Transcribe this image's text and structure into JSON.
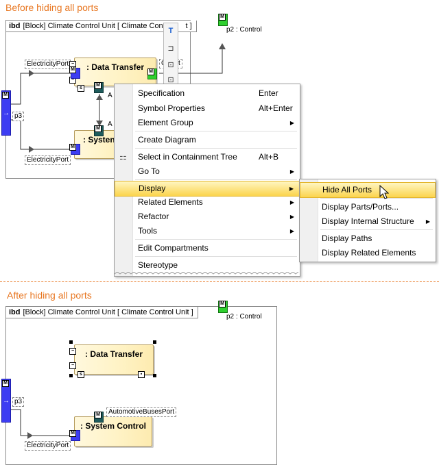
{
  "sections": {
    "before_heading": "Before hiding all ports",
    "after_heading": "After hiding all ports"
  },
  "diagram_before": {
    "frame_kind": "ibd",
    "frame_title": "[Block] Climate Control Unit [ Climate Control Unit ]",
    "frame_title_visible": "[Block] Climate Control Unit [ Climate Contro",
    "frame_title_tail": "t ]",
    "parts": {
      "data_transfer": ": Data Transfer",
      "system_control": ": System Control",
      "system_control_visible": ": Systen"
    },
    "ports": {
      "p3": "p3",
      "p2": "p2 : Control",
      "electricity_port_top": "ElectricityPort",
      "electricity_port_bottom": "ElectricityPort",
      "control_port_partial": "ClPort",
      "automotive_partial_a": "A",
      "automotive_partial_b": "A"
    },
    "markers": {
      "m": "M",
      "s": "s"
    }
  },
  "context_menu": {
    "items": [
      {
        "label": "Specification",
        "shortcut": "Enter"
      },
      {
        "label": "Symbol Properties",
        "shortcut": "Alt+Enter"
      },
      {
        "label": "Element Group",
        "submenu": true
      },
      {
        "label": "Create Diagram"
      },
      {
        "label": "Select in Containment Tree",
        "shortcut": "Alt+B"
      },
      {
        "label": "Go To",
        "submenu": true
      },
      {
        "label": "Display",
        "submenu": true,
        "highlighted": true
      },
      {
        "label": "Related Elements",
        "submenu": true
      },
      {
        "label": "Refactor",
        "submenu": true
      },
      {
        "label": "Tools",
        "submenu": true
      },
      {
        "label": "Edit Compartments"
      },
      {
        "label": "Stereotype"
      }
    ]
  },
  "display_submenu": {
    "items": [
      {
        "label": "Hide All Ports",
        "highlighted": true
      },
      {
        "label": "Display Parts/Ports..."
      },
      {
        "label": "Display Internal Structure",
        "submenu": true
      },
      {
        "label": "Display Paths"
      },
      {
        "label": "Display Related Elements"
      }
    ]
  },
  "icons": {
    "submenu_arrow": "▶",
    "cursor": "mouse-pointer-icon",
    "containment_tree": "containment-tree-icon"
  },
  "diagram_after": {
    "frame_kind": "ibd",
    "frame_title": "[Block] Climate Control Unit [ Climate Control Unit ]",
    "parts": {
      "data_transfer": ": Data Transfer",
      "system_control": ": System Control"
    },
    "ports": {
      "p3": "p3",
      "p2": "p2 : Control",
      "electricity_port": "ElectricityPort",
      "automotive_buses_port": "AutomotiveBusesPort"
    },
    "markers": {
      "m": "M",
      "s": "s"
    }
  },
  "colors": {
    "heading": "#e87722",
    "port_blue": "#3d3df2",
    "port_green": "#2fd02f",
    "highlight": "#fbd44d"
  }
}
